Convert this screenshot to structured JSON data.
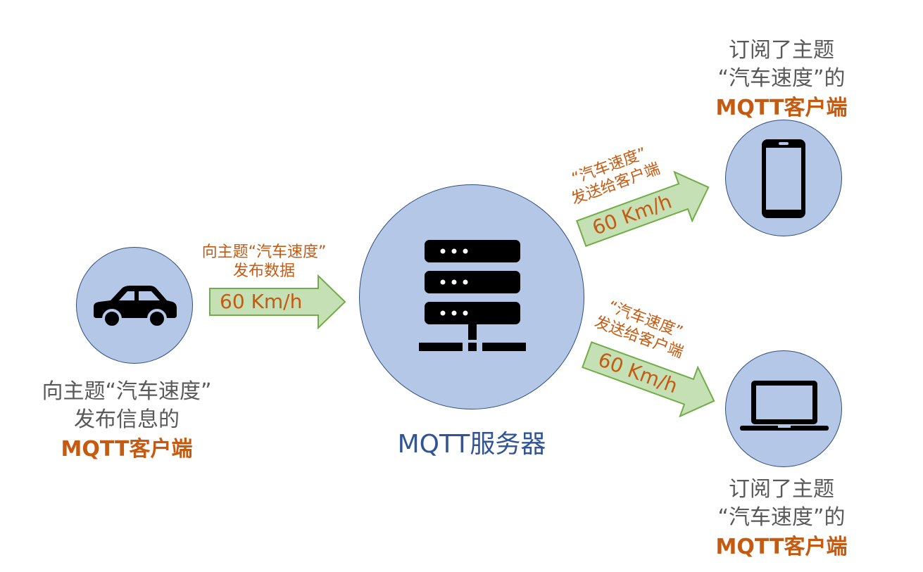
{
  "publisher": {
    "label_line1": "向主题“汽车速度”",
    "label_line2": "发布信息的",
    "label_strong": "MQTT客户端",
    "icon": "car-icon"
  },
  "publish_arrow": {
    "label_line1": "向主题“汽车速度”",
    "label_line2": "发布数据",
    "value": "60 Km/h"
  },
  "server": {
    "label": "MQTT服务器",
    "icon": "server-rack-icon"
  },
  "deliver_arrow_top": {
    "label_line1": "“汽车速度”",
    "label_line2": "发送给客户端",
    "value": "60 Km/h"
  },
  "deliver_arrow_bottom": {
    "label_line1": "“汽车速度”",
    "label_line2": "发送给客户端",
    "value": "60 Km/h"
  },
  "subscriber_phone": {
    "label_line1": "订阅了主题",
    "label_line2": "“汽车速度”的",
    "label_strong": "MQTT客户端",
    "icon": "smartphone-icon"
  },
  "subscriber_laptop": {
    "label_line1": "订阅了主题",
    "label_line2": "“汽车速度”的",
    "label_strong": "MQTT客户端",
    "icon": "laptop-icon"
  },
  "colors": {
    "node_fill": "#b4c7e7",
    "node_stroke": "#2f4d7c",
    "arrow_fill": "#c5e0b4",
    "arrow_stroke": "#70ad47",
    "accent": "#c55a11",
    "server_text": "#2f5597",
    "label_text": "#595959"
  }
}
